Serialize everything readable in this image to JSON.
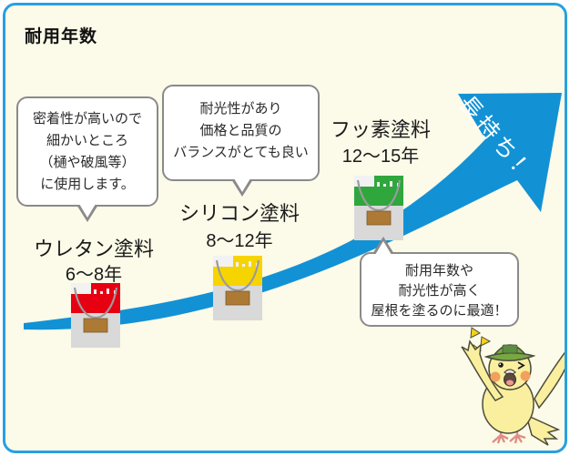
{
  "page": {
    "title": "耐用年数",
    "background_color": "#fcfae8",
    "border_color": "#29a0e0"
  },
  "arrow": {
    "label": "長持ち！",
    "color": "#1292d5",
    "label_color": "#ffffff"
  },
  "paints": [
    {
      "name": "ウレタン塗料",
      "years": "6〜8年",
      "color": "#e60012"
    },
    {
      "name": "シリコン塗料",
      "years": "8〜12年",
      "color": "#f6d400"
    },
    {
      "name": "フッ素塗料",
      "years": "12〜15年",
      "color": "#2fa73d"
    }
  ],
  "can_style": {
    "rim_color": "#f2f2f2",
    "body_color": "#d9d9d9",
    "label_color": "#ad7a36",
    "handle_color": "#9b9b9b"
  },
  "bubbles": [
    {
      "lines": [
        "密着性が高いので",
        "細かいところ",
        "（樋や破風等）",
        "に使用します。"
      ]
    },
    {
      "lines": [
        "耐光性があり",
        "価格と品質の",
        "バランスがとても良い"
      ]
    },
    {
      "lines": [
        "耐用年数や",
        "耐光性が高く",
        "屋根を塗るのに最適！"
      ]
    }
  ],
  "mascot": {
    "body_color": "#f9ef9e",
    "cap_color": "#76a843",
    "cheek_color": "#f2a05e",
    "feet_color": "#e08f86",
    "sparkle_color": "#f6d11c"
  }
}
